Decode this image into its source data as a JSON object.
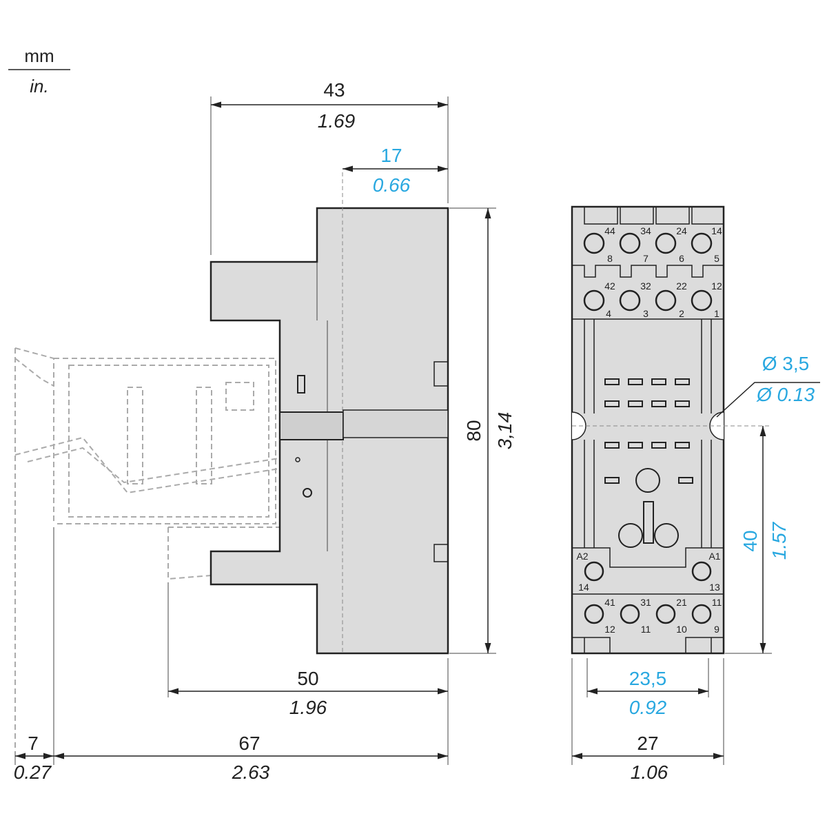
{
  "units": {
    "top": "mm",
    "bottom": "in."
  },
  "dimensions": {
    "width_overall": {
      "mm": "43",
      "in": "1.69"
    },
    "rail_offset": {
      "mm": "17",
      "in": "0.66"
    },
    "height": {
      "mm": "80",
      "in": "3,14"
    },
    "depth_clip": {
      "mm": "50",
      "in": "1.96"
    },
    "depth_total": {
      "mm": "67",
      "in": "2.63"
    },
    "clip_extra": {
      "mm": "7",
      "in": "0.27"
    },
    "hole": {
      "mm": "Ø 3,5",
      "in": "Ø 0.13"
    },
    "hole_spacing": {
      "mm": "40",
      "in": "1.57"
    },
    "pitch": {
      "mm": "23,5",
      "in": "0.92"
    },
    "front_width": {
      "mm": "27",
      "in": "1.06"
    }
  },
  "terminals": {
    "row1_top": [
      "44",
      "34",
      "24",
      "14"
    ],
    "row1_bottom": [
      "8",
      "7",
      "6",
      "5"
    ],
    "row2_top": [
      "42",
      "32",
      "22",
      "12"
    ],
    "row2_bottom": [
      "4",
      "3",
      "2",
      "1"
    ],
    "coil_top": [
      "A2",
      "A1"
    ],
    "coil_bottom": [
      "14",
      "13"
    ],
    "row3_top": [
      "41",
      "31",
      "21",
      "11"
    ],
    "row3_bottom": [
      "12",
      "11",
      "10",
      "9"
    ]
  },
  "colors": {
    "accent": "#29a8e0",
    "body": "#dcdcdc"
  }
}
